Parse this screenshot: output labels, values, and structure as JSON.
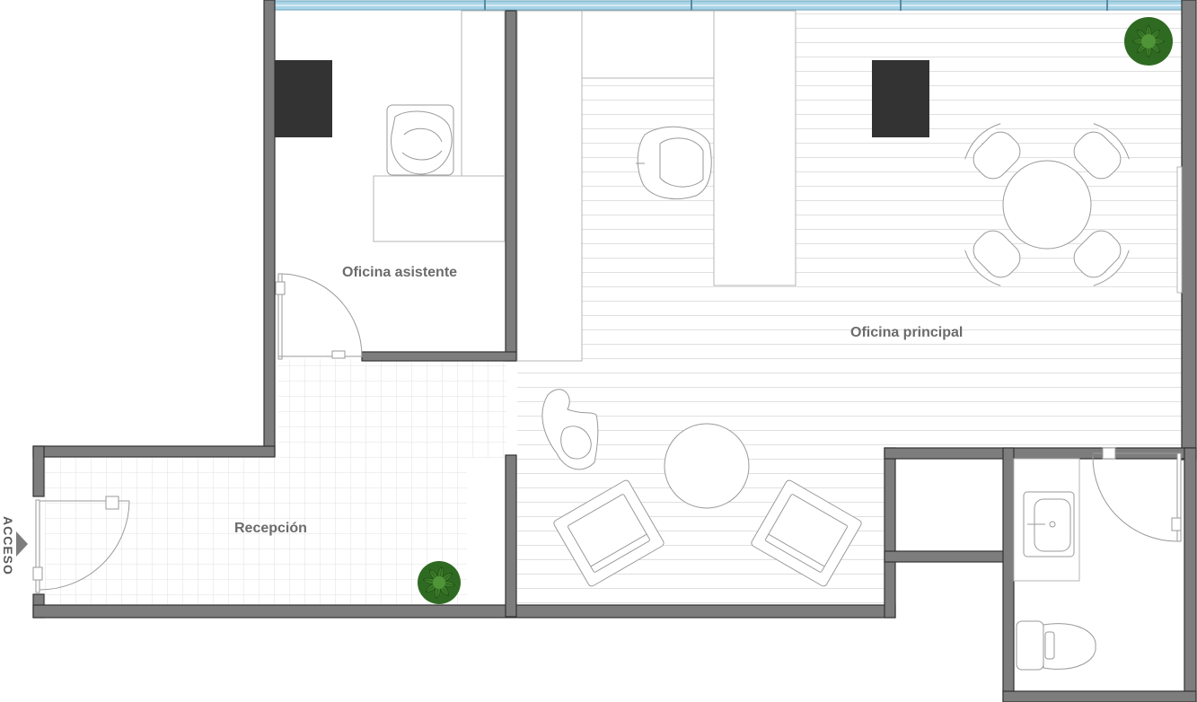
{
  "rooms": {
    "assistant_office": "Oficina asistente",
    "main_office": "Oficina principal",
    "reception": "Recepción"
  },
  "access_label": "ACCESO",
  "colors": {
    "wall": "#7d7d7d",
    "wall_outline": "#333333",
    "furniture_dark": "#333333",
    "line": "#b5b5b5",
    "window": "#a9d4e6",
    "plant": "#2f6a22",
    "label": "#6b6b6b"
  },
  "icons": [
    "plant-icon",
    "armchair-icon",
    "office-chair-icon",
    "sink-icon",
    "toilet-icon",
    "access-arrow-icon"
  ]
}
